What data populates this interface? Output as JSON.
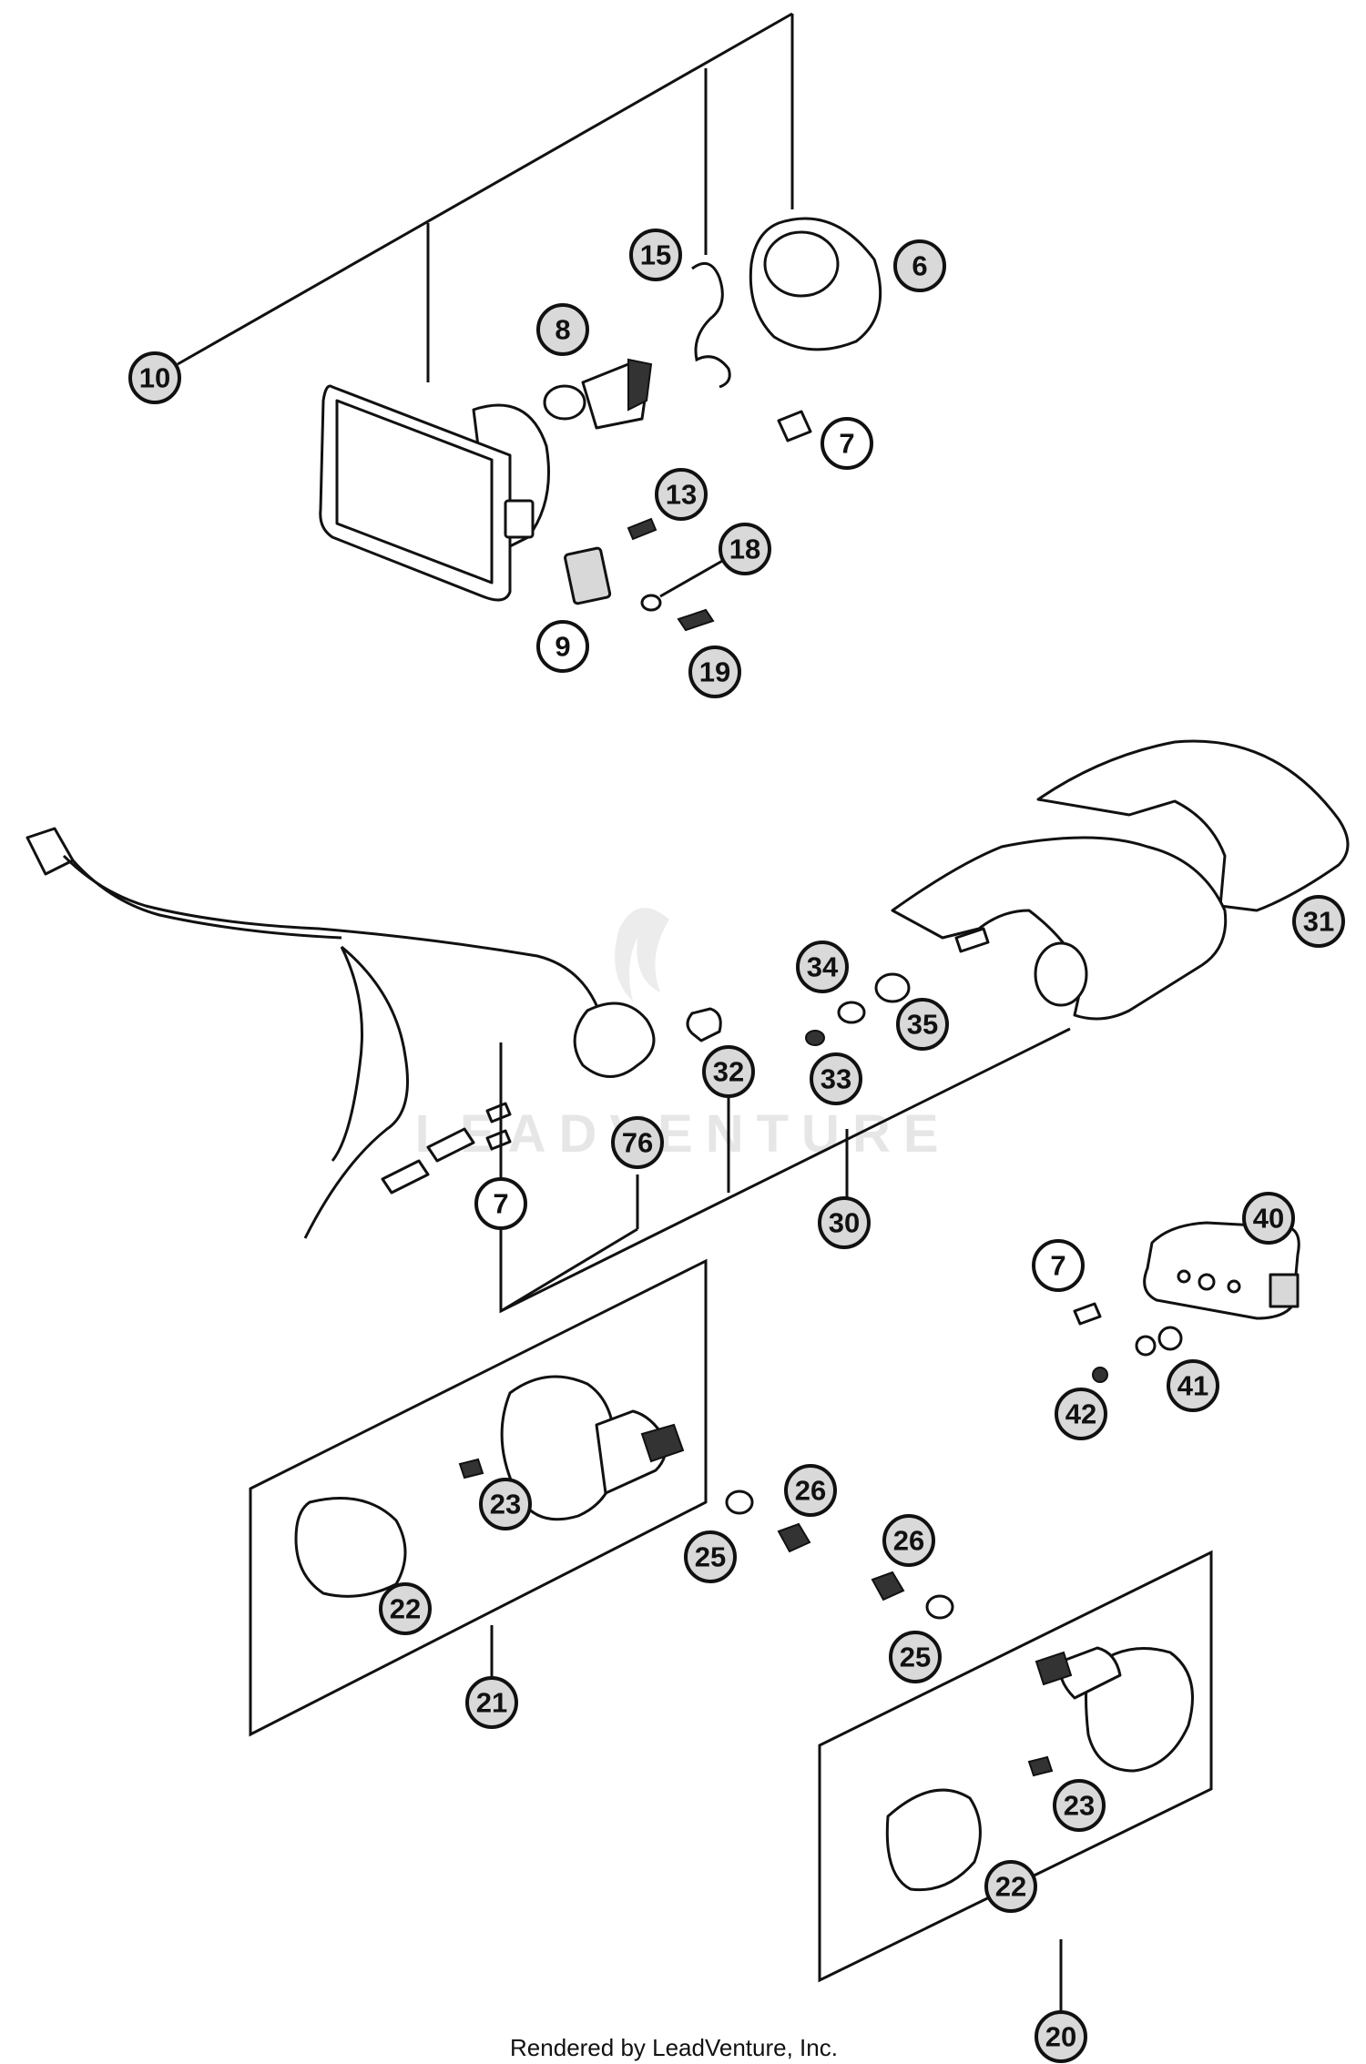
{
  "callouts": [
    {
      "id": "10",
      "label": "10"
    },
    {
      "id": "15",
      "label": "15"
    },
    {
      "id": "6",
      "label": "6"
    },
    {
      "id": "8",
      "label": "8"
    },
    {
      "id": "7a",
      "label": "7"
    },
    {
      "id": "13",
      "label": "13"
    },
    {
      "id": "18",
      "label": "18"
    },
    {
      "id": "9",
      "label": "9"
    },
    {
      "id": "19",
      "label": "19"
    },
    {
      "id": "31",
      "label": "31"
    },
    {
      "id": "34",
      "label": "34"
    },
    {
      "id": "35",
      "label": "35"
    },
    {
      "id": "32",
      "label": "32"
    },
    {
      "id": "33",
      "label": "33"
    },
    {
      "id": "76",
      "label": "76"
    },
    {
      "id": "30",
      "label": "30"
    },
    {
      "id": "7b",
      "label": "7"
    },
    {
      "id": "40",
      "label": "40"
    },
    {
      "id": "7c",
      "label": "7"
    },
    {
      "id": "41",
      "label": "41"
    },
    {
      "id": "42",
      "label": "42"
    },
    {
      "id": "23a",
      "label": "23"
    },
    {
      "id": "26a",
      "label": "26"
    },
    {
      "id": "25a",
      "label": "25"
    },
    {
      "id": "22a",
      "label": "22"
    },
    {
      "id": "26b",
      "label": "26"
    },
    {
      "id": "25b",
      "label": "25"
    },
    {
      "id": "21",
      "label": "21"
    },
    {
      "id": "23b",
      "label": "23"
    },
    {
      "id": "22b",
      "label": "22"
    },
    {
      "id": "20",
      "label": "20"
    }
  ],
  "watermark": "LEADVENTURE",
  "credit": "Rendered by LeadVenture, Inc."
}
